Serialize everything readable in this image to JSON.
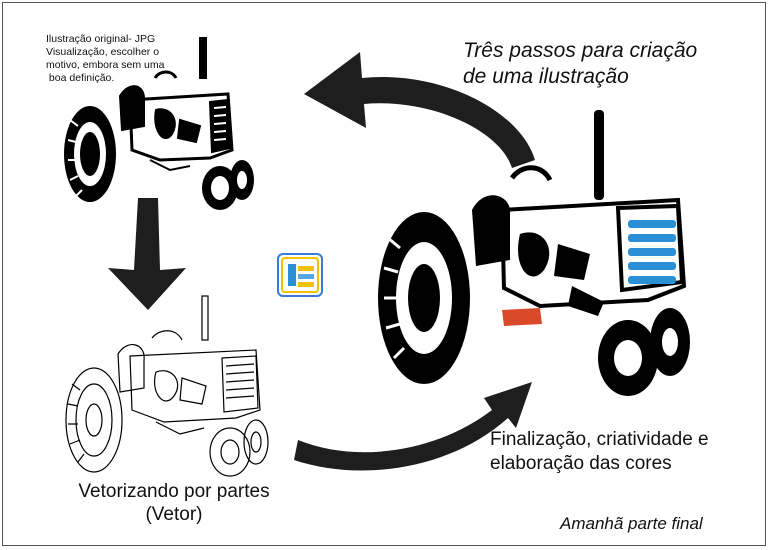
{
  "notes": {
    "original": [
      "Ilustração original- JPG",
      "Visualização, escolher o",
      "motivo, embora sem uma",
      " boa definição."
    ],
    "title": [
      "Três passos para criação",
      "de uma ilustração"
    ],
    "vector": [
      "Vetorizando por partes",
      "(Vetor)"
    ],
    "final": [
      "Finalização, criatividade e",
      "elaboração das cores"
    ],
    "tomorrow": "Amanhã parte final"
  },
  "colors": {
    "arrow": "#1e1e1e",
    "grille": "#2b8fd6",
    "hitch": "#d94a2b",
    "ink": "#000000"
  },
  "icons": {
    "logo": "logo-badge-icon",
    "tractor_original": "tractor-icon",
    "tractor_vector": "tractor-outline-icon",
    "tractor_final": "tractor-color-icon"
  }
}
